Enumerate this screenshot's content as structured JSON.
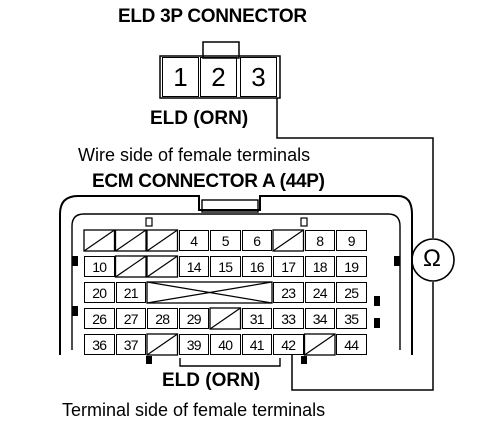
{
  "labels": {
    "title_3p": "ELD 3P CONNECTOR",
    "eld_top": "ELD (ORN)",
    "wire_side": "Wire side of female terminals",
    "ecm_title": "ECM CONNECTOR A (44P)",
    "eld_bottom": "ELD (ORN)",
    "terminal_side": "Terminal side of female terminals"
  },
  "connector_3p": {
    "pins": [
      "1",
      "2",
      "3"
    ]
  },
  "ecm_rows": [
    [
      "",
      "",
      "",
      "4",
      "5",
      "6",
      "",
      "8",
      "9"
    ],
    [
      "10",
      "",
      "",
      "14",
      "15",
      "16",
      "17",
      "18",
      "19"
    ],
    [
      "20",
      "21",
      "",
      "",
      "",
      "",
      "23",
      "24",
      "25"
    ],
    [
      "26",
      "27",
      "28",
      "29",
      "",
      "31",
      "33",
      "34",
      "35"
    ],
    [
      "36",
      "37",
      "",
      "39",
      "40",
      "41",
      "42",
      "",
      "44"
    ]
  ],
  "meter": {
    "symbol": "Ω",
    "icon": "ohmmeter-icon"
  }
}
